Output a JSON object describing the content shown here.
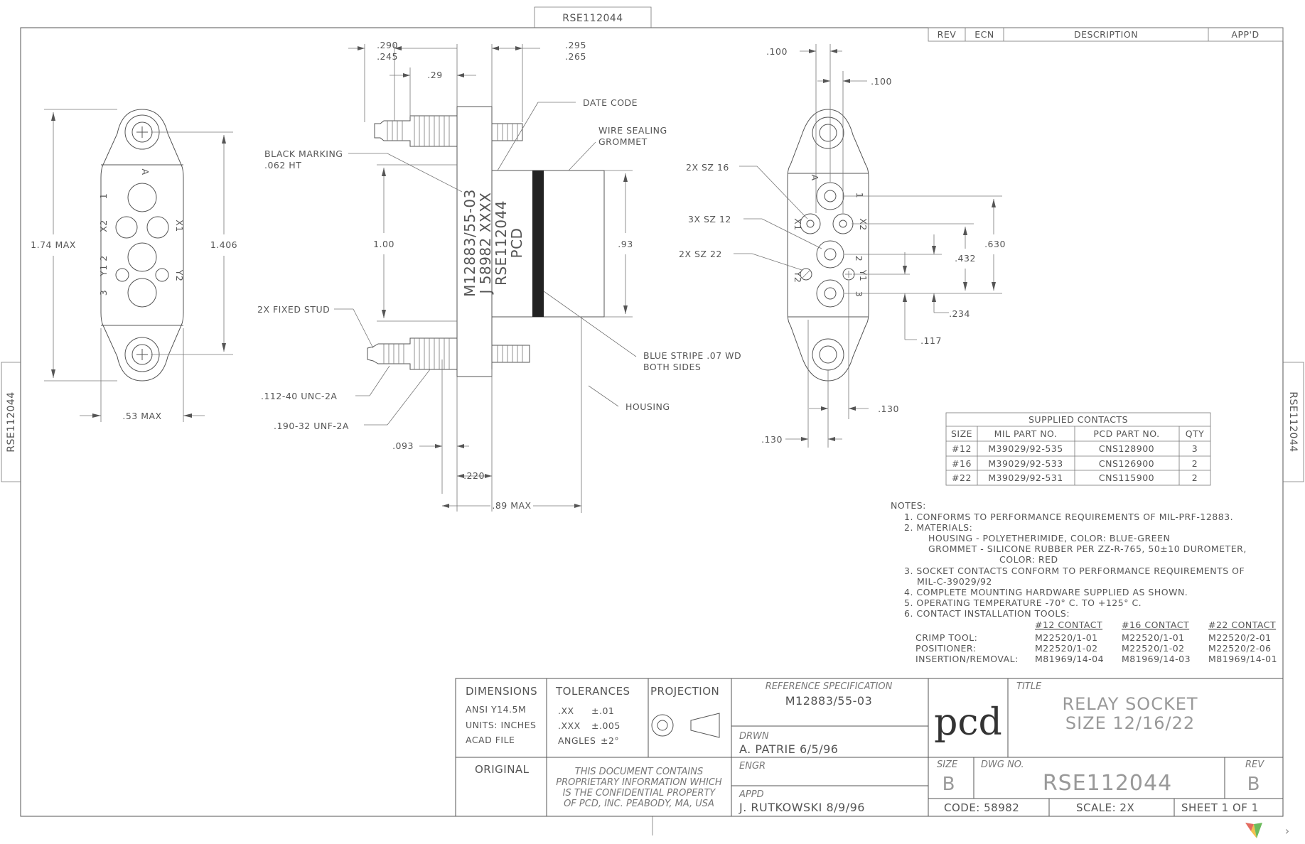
{
  "tabs": {
    "top": "RSE112044",
    "left": "RSE112044",
    "right": "RSE112044"
  },
  "revision_table": {
    "headers": [
      "REV",
      "ECN",
      "DESCRIPTION",
      "APP'D"
    ]
  },
  "front_view": {
    "dim_height": "1.74 MAX",
    "dim_spacing": "1.406",
    "dim_width": ".53 MAX",
    "labels": {
      "a": "A",
      "one": "1",
      "x2": "X2",
      "x1": "X1",
      "y1_2": "Y1 2",
      "three": "3",
      "y2": "Y2"
    }
  },
  "side_view": {
    "dim_top_left": [
      ".290",
      ".245"
    ],
    "dim_top_right": [
      ".295",
      ".265"
    ],
    "dim_29": ".29",
    "dim_100": "1.00",
    "dim_93": ".93",
    "dim_093": ".093",
    "dim_220": ".220",
    "dim_89": ".89 MAX",
    "callouts": {
      "date_code": "DATE CODE",
      "wire_sealing": [
        "WIRE SEALING",
        "GROMMET"
      ],
      "black_marking": [
        "BLACK MARKING",
        ".062 HT"
      ],
      "fixed_stud": "2X FIXED STUD",
      "thread_112": ".112-40 UNC-2A",
      "thread_190": ".190-32 UNF-2A",
      "blue_stripe": [
        "BLUE STRIPE .07 WD",
        "BOTH SIDES"
      ],
      "housing": "HOUSING"
    },
    "marking_text": [
      "M12883/55-03",
      "J 58982 XXXX",
      "RSE112044",
      "PCD"
    ]
  },
  "rear_view": {
    "dim_100_top": ".100",
    "dim_100_side": ".100",
    "dim_630": ".630",
    "dim_432": ".432",
    "dim_234": ".234",
    "dim_117": ".117",
    "dim_130_a": ".130",
    "dim_130_b": ".130",
    "callouts": {
      "sz16": "2X SZ 16",
      "sz12": "3X SZ 12",
      "sz22": "2X SZ 22"
    },
    "labels": {
      "a": "A",
      "one": "1",
      "x1": "X1",
      "x2": "X2",
      "two": "2",
      "y2": "Y2",
      "y1": "Y1",
      "three": "3"
    }
  },
  "supplied_contacts": {
    "title": "SUPPLIED CONTACTS",
    "headers": [
      "SIZE",
      "MIL PART NO.",
      "PCD PART NO.",
      "QTY"
    ],
    "rows": [
      [
        "#12",
        "M39029/92-535",
        "CNS128900",
        "3"
      ],
      [
        "#16",
        "M39029/92-533",
        "CNS126900",
        "2"
      ],
      [
        "#22",
        "M39029/92-531",
        "CNS115900",
        "2"
      ]
    ]
  },
  "notes": {
    "title": "NOTES:",
    "lines": [
      "1. CONFORMS TO PERFORMANCE REQUIREMENTS OF MIL-PRF-12883.",
      "2. MATERIALS:",
      "HOUSING - POLYETHERIMIDE, COLOR: BLUE-GREEN",
      "GROMMET - SILICONE RUBBER PER ZZ-R-765, 50±10 DUROMETER,",
      "COLOR: RED",
      "3. SOCKET CONTACTS CONFORM TO PERFORMANCE REQUIREMENTS OF",
      "MIL-C-39029/92",
      "4. COMPLETE MOUNTING HARDWARE SUPPLIED AS SHOWN.",
      "5. OPERATING TEMPERATURE -70° C. TO +125° C.",
      "6. CONTACT INSTALLATION TOOLS:"
    ],
    "tools": {
      "headers": [
        "#12 CONTACT",
        "#16 CONTACT",
        "#22 CONTACT"
      ],
      "rows": [
        {
          "label": "CRIMP TOOL:",
          "values": [
            "M22520/1-01",
            "M22520/1-01",
            "M22520/2-01"
          ]
        },
        {
          "label": "POSITIONER:",
          "values": [
            "M22520/1-02",
            "M22520/1-02",
            "M22520/2-06"
          ]
        },
        {
          "label": "INSERTION/REMOVAL:",
          "values": [
            "M81969/14-04",
            "M81969/14-03",
            "M81969/14-01"
          ]
        }
      ]
    }
  },
  "title_block": {
    "dimensions": {
      "title": "DIMENSIONS",
      "lines": [
        "ANSI Y14.5M",
        "UNITS: INCHES",
        "ACAD FILE"
      ]
    },
    "tolerances": {
      "title": "TOLERANCES",
      "rows": [
        [
          ".XX",
          "±.01"
        ],
        [
          ".XXX",
          "±.005"
        ],
        [
          "ANGLES",
          "±2°"
        ]
      ]
    },
    "projection": "PROJECTION",
    "original": "ORIGINAL",
    "proprietary": [
      "THIS DOCUMENT CONTAINS",
      "PROPRIETARY INFORMATION WHICH",
      "IS THE CONFIDENTIAL PROPERTY",
      "OF PCD, INC. PEABODY, MA, USA"
    ],
    "reference_spec": {
      "label": "REFERENCE SPECIFICATION",
      "value": "M12883/55-03"
    },
    "drwn": {
      "label": "DRWN",
      "value": "A. PATRIE   6/5/96"
    },
    "engr": {
      "label": "ENGR"
    },
    "appd": {
      "label": "APPD",
      "value": "J. RUTKOWSKI 8/9/96"
    },
    "logo": "pcd",
    "title_label": "TITLE",
    "title_lines": [
      "RELAY SOCKET",
      "SIZE 12/16/22"
    ],
    "size": {
      "label": "SIZE",
      "value": "B"
    },
    "dwg_no": {
      "label": "DWG NO.",
      "value": "RSE112044"
    },
    "rev": {
      "label": "REV",
      "value": "B"
    },
    "code": "CODE:    58982",
    "scale": "SCALE:  2X",
    "sheet": "SHEET  1  OF  1"
  },
  "nav": {
    "next": "›"
  }
}
